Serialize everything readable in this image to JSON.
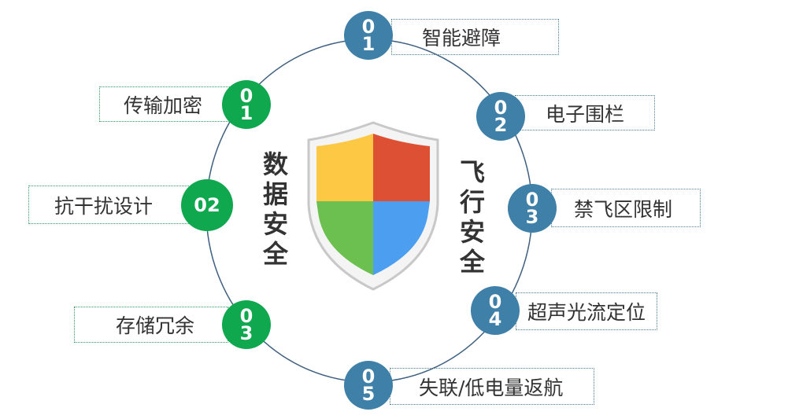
{
  "left_title": "数据安全",
  "right_title": "飞行安全",
  "flight_items": [
    {
      "num": [
        "0",
        "1"
      ],
      "label": "智能避障"
    },
    {
      "num": [
        "0",
        "2"
      ],
      "label": "电子围栏"
    },
    {
      "num": [
        "0",
        "3"
      ],
      "label": "禁飞区限制"
    },
    {
      "num": [
        "0",
        "4"
      ],
      "label": "超声光流定位"
    },
    {
      "num": [
        "0",
        "5"
      ],
      "label": "失联/低电量返航"
    }
  ],
  "data_items": [
    {
      "num": [
        "0",
        "1"
      ],
      "label": "传输加密"
    },
    {
      "num": [
        "02",
        ""
      ],
      "label": "抗干扰设计"
    },
    {
      "num": [
        "0",
        "3"
      ],
      "label": "存储冗余"
    }
  ],
  "colors": {
    "flight": "#3f80a8",
    "data": "#10a84e"
  }
}
